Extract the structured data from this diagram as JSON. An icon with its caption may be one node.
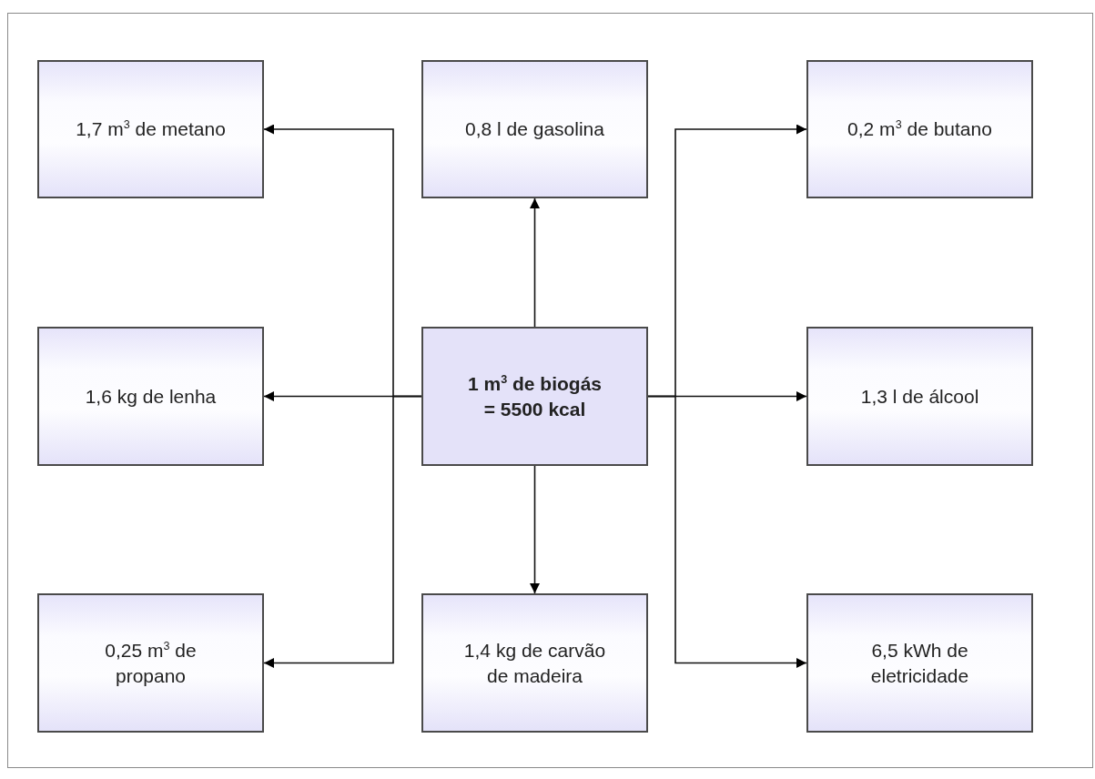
{
  "diagram": {
    "nodes": [
      {
        "text": [
          "1,7 m$^{3}$ de metano"
        ]
      },
      {
        "text": [
          "0,8 l de gasolina"
        ]
      },
      {
        "text": [
          "0,2 m$^{3}$ de butano"
        ]
      },
      {
        "text": [
          "1,6 kg de lenha"
        ]
      },
      {
        "text": [
          "1 m$^{3}$ de biogás = 5500 kcal"
        ]
      },
      {
        "text": [
          "1,3 l de álcool"
        ]
      },
      {
        "text": [
          "0,25 m$^{3}$ de propano"
        ]
      },
      {
        "text": [
          "1,4 kg de carvão de madeira"
        ]
      },
      {
        "text": [
          "6,5 kWh de eletricidade"
        ]
      }
    ],
    "edges": [
      {
        "from": 4,
        "to": 0,
        "arrow": "to"
      },
      {
        "from": 4,
        "to": 1,
        "arrow": "to"
      },
      {
        "from": 4,
        "to": 2,
        "arrow": "to"
      },
      {
        "from": 4,
        "to": 3,
        "arrow": "to"
      },
      {
        "from": 4,
        "to": 5,
        "arrow": "to"
      },
      {
        "from": 4,
        "to": 6,
        "arrow": "to"
      },
      {
        "from": 4,
        "to": 7,
        "arrow": "to"
      },
      {
        "from": 4,
        "to": 8,
        "arrow": "to"
      }
    ]
  }
}
